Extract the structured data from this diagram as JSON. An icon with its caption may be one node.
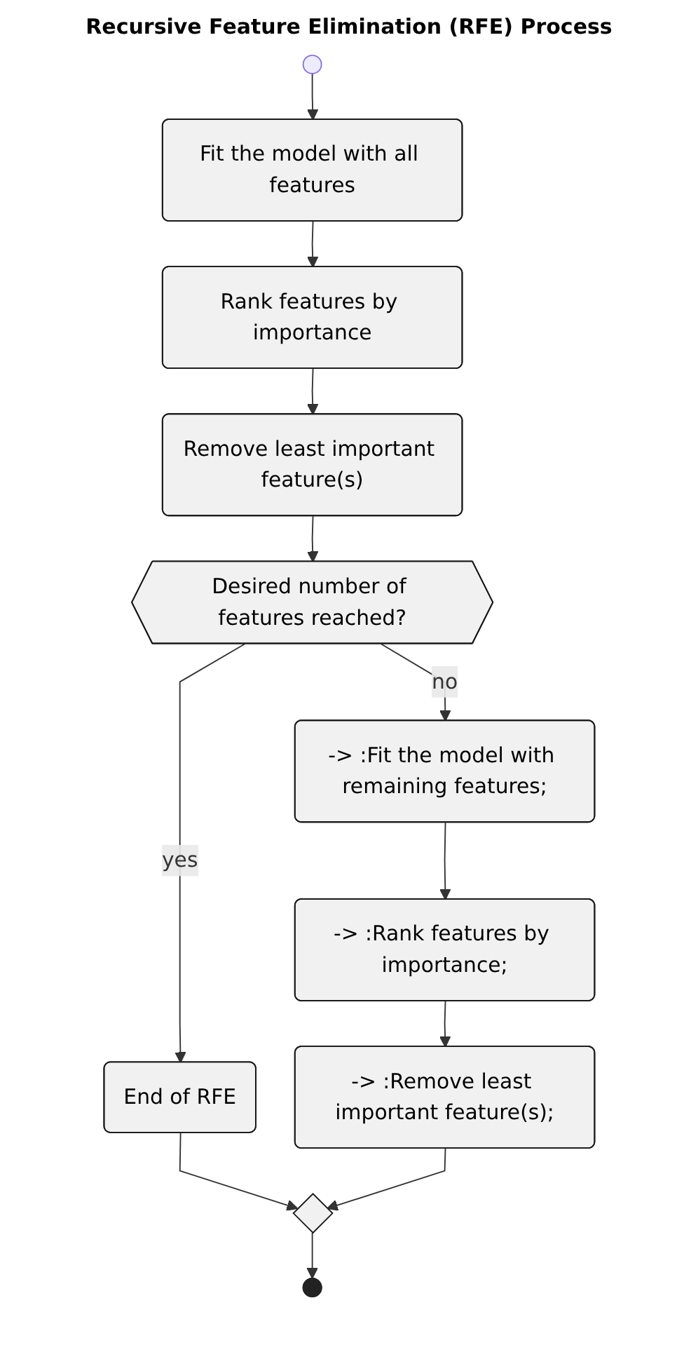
{
  "diagram": {
    "title": "Recursive Feature Elimination (RFE) Process",
    "nodes": [
      {
        "text": [],
        "shape": "circle"
      },
      {
        "text": [
          "Fit the model with all features"
        ]
      },
      {
        "text": [
          "Rank features by importance"
        ]
      },
      {
        "text": [
          "Remove least important feature(s)"
        ]
      },
      {
        "text": [
          "Desired number of features reached?"
        ]
      },
      {
        "text": [
          "End of RFE"
        ]
      },
      {
        "text": [
          "-> :Fit the model with remaining features;"
        ]
      },
      {
        "text": [
          "-> :Rank features by importance;"
        ]
      },
      {
        "text": [
          "-> :Remove least important feature(s);"
        ]
      },
      {
        "text": [],
        "shape": "diamond"
      },
      {
        "text": [],
        "shape": "circle"
      }
    ],
    "edges": [
      {
        "from": 0,
        "to": 1,
        "arrow": "to"
      },
      {
        "from": 1,
        "to": 2,
        "arrow": "to"
      },
      {
        "from": 2,
        "to": 3,
        "arrow": "to"
      },
      {
        "from": 3,
        "to": 4,
        "arrow": "to"
      },
      {
        "from": 4,
        "to": 5,
        "label": "yes",
        "arrow": "to"
      },
      {
        "from": 4,
        "to": 6,
        "label": "no",
        "arrow": "to"
      },
      {
        "from": 6,
        "to": 7,
        "arrow": "to"
      },
      {
        "from": 7,
        "to": 8,
        "arrow": "to"
      },
      {
        "from": 5,
        "to": 9,
        "arrow": "to"
      },
      {
        "from": 8,
        "to": 9,
        "arrow": "to"
      },
      {
        "from": 9,
        "to": 10,
        "arrow": "to"
      }
    ]
  }
}
